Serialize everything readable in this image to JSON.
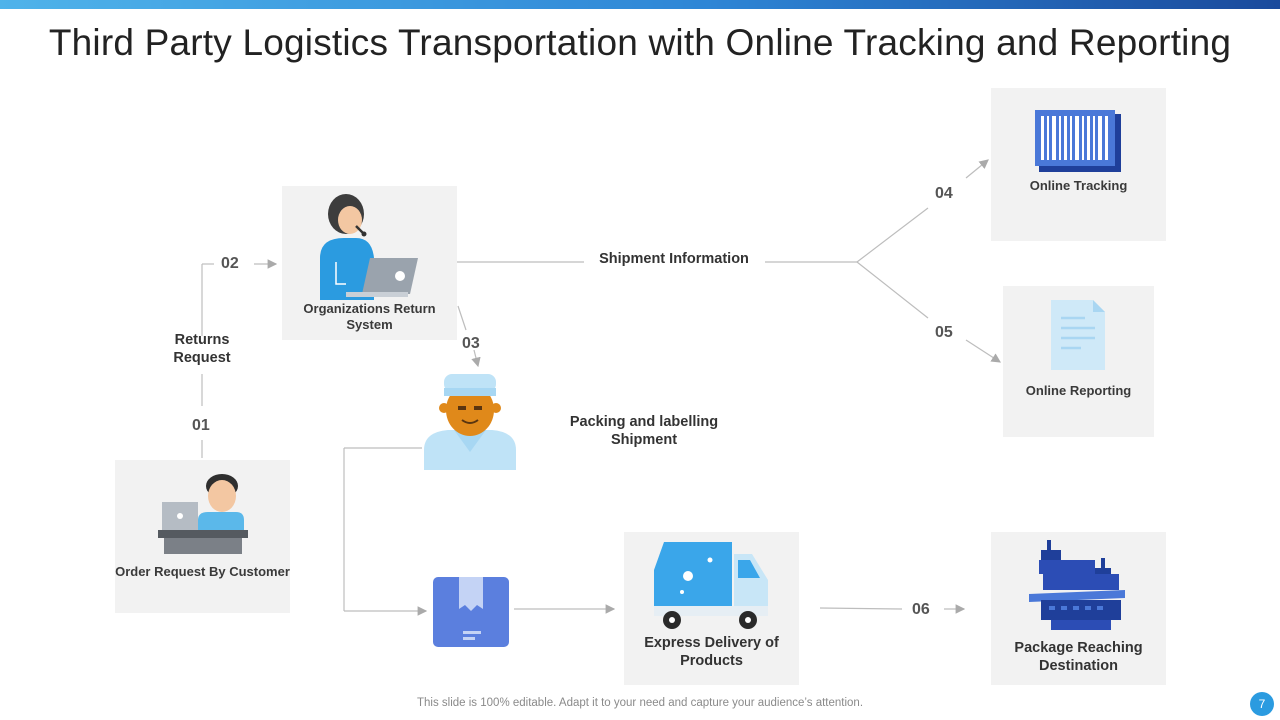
{
  "title": "Third Party Logistics Transportation with Online Tracking and Reporting",
  "steps": {
    "s01": "01",
    "s02": "02",
    "s03": "03",
    "s04": "04",
    "s05": "05",
    "s06": "06"
  },
  "labels": {
    "returns_request": "Returns Request",
    "organizations_return_system": "Organizations Return  System",
    "shipment_information": "Shipment Information",
    "packing_labelling": "Packing and labelling Shipment",
    "order_request": "Order Request By Customer",
    "online_tracking": "Online Tracking",
    "online_reporting": "Online Reporting",
    "express_delivery": "Express Delivery of Products",
    "package_destination": "Package Reaching Destination"
  },
  "footer": "This slide is 100% editable. Adapt it to your need and capture your audience’s attention.",
  "page_number": "7",
  "colors": {
    "accent_blue": "#2b9be0",
    "light_blue": "#4fb3ea",
    "dark_blue": "#1f3f9a",
    "card_bg": "#f2f2f2"
  },
  "icons": [
    "support-agent-icon",
    "delivery-worker-icon",
    "customer-laptop-icon",
    "barcode-icon",
    "document-icon",
    "package-box-icon",
    "delivery-truck-icon",
    "cargo-ship-icon"
  ]
}
